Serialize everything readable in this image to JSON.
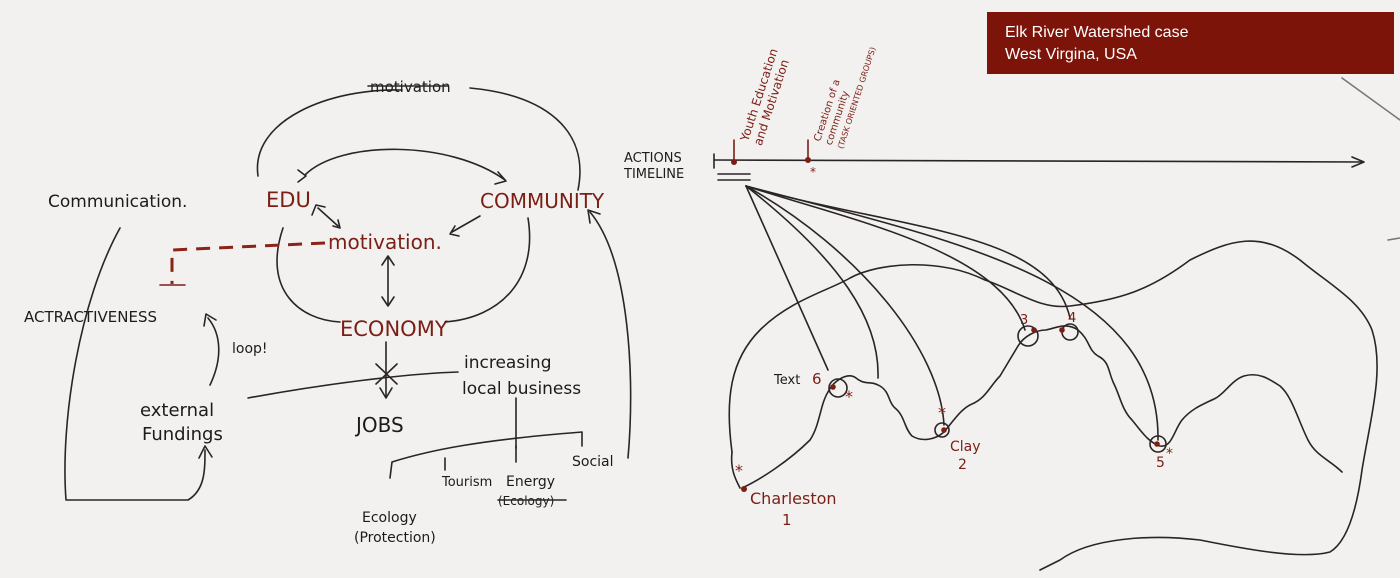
{
  "caption": {
    "line1": "Elk River Watershed case",
    "line2": "West Virgina, USA"
  },
  "concept_map": {
    "top_word": "motivation",
    "edu": "EDU",
    "community": "COMMUNITY",
    "motivation": "motivation.",
    "economy": "ECONOMY",
    "communication": "Communication.",
    "attractiveness": "ACTRACTIVENESS",
    "loop": "loop!",
    "external_fundings_1": "external",
    "external_fundings_2": "Fundings",
    "increasing_1": "increasing",
    "increasing_2": "local business",
    "jobs": "JOBS",
    "tourism": "Tourism",
    "energy": "Energy",
    "energy_crossed": "(Ecology)",
    "social": "Social",
    "ecology_1": "Ecology",
    "ecology_2": "(Protection)"
  },
  "timeline": {
    "label_1": "ACTIONS",
    "label_2": "TIMELINE",
    "note_1a": "Youth Education",
    "note_1b": "and Motivation",
    "note_2a": "Creation of a",
    "note_2b": "community",
    "note_2c": "(TASK ORIENTED GROUPS)"
  },
  "map": {
    "text_label": "Text",
    "sites": [
      {
        "num": "1",
        "name": "Charleston"
      },
      {
        "num": "2",
        "name": "Clay"
      },
      {
        "num": "3"
      },
      {
        "num": "4"
      },
      {
        "num": "5"
      },
      {
        "num": "6"
      }
    ],
    "asterisk": "*"
  },
  "colors": {
    "ink": "#1f1a1c",
    "red_ink": "#7a1f16",
    "caption_bg": "#7d1409",
    "paper": "#f2f1ef"
  }
}
